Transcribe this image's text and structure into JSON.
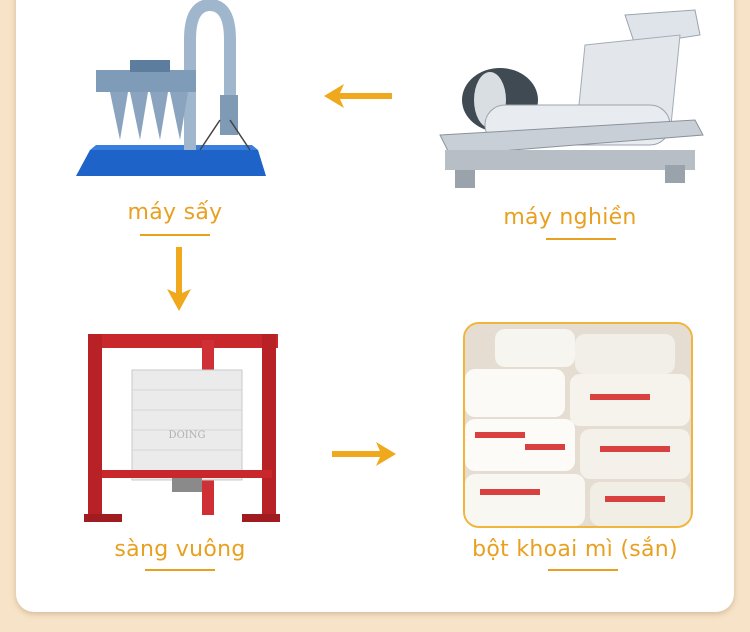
{
  "steps": {
    "grinder": {
      "label": "máy nghiền",
      "icon": "hammer-mill-machine"
    },
    "dryer": {
      "label": "máy sấy",
      "icon": "cyclone-dryer-machine"
    },
    "sieve": {
      "label": "sàng vuông",
      "icon": "square-sieve-machine"
    },
    "flour": {
      "label": "bột khoai mì (sắn)",
      "icon": "flour-bags-photo"
    }
  },
  "sieve_watermark": "DOING",
  "colors": {
    "accent": "#e8a020",
    "frame": "#c8282c",
    "background": "#f7e3c8"
  }
}
